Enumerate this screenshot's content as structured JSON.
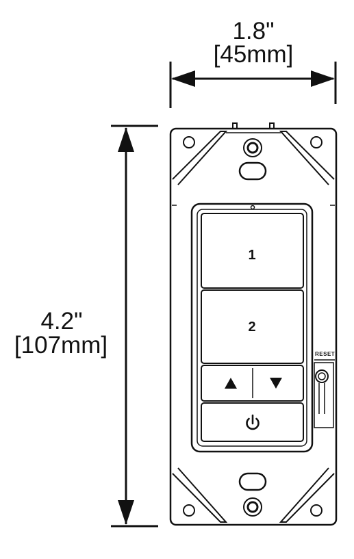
{
  "dimensions": {
    "width": {
      "inches": "1.8\"",
      "mm": "[45mm]"
    },
    "height": {
      "inches": "4.2\"",
      "mm": "[107mm]"
    }
  },
  "buttons": {
    "button_1": "1",
    "button_2": "2",
    "up_arrow": "▲",
    "down_arrow": "▼",
    "power": "power-icon"
  },
  "reset_label": "RESET"
}
